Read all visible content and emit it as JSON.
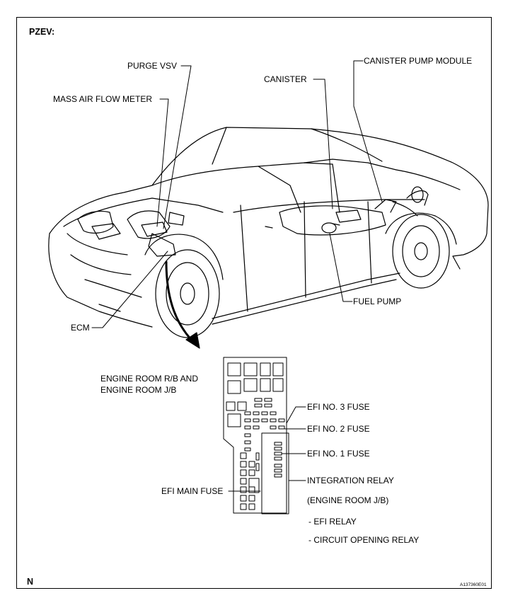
{
  "header": {
    "variant": "PZEV:"
  },
  "labels": {
    "purge_vsv": "PURGE VSV",
    "mass_air_flow_meter": "MASS AIR FLOW METER",
    "canister": "CANISTER",
    "canister_pump_module": "CANISTER PUMP MODULE",
    "ecm": "ECM",
    "fuel_pump": "FUEL PUMP",
    "engine_room_rb_line1": "ENGINE ROOM R/B AND",
    "engine_room_rb_line2": "ENGINE ROOM J/B",
    "efi_no3_fuse": "EFI NO. 3 FUSE",
    "efi_no2_fuse": "EFI NO. 2 FUSE",
    "efi_no1_fuse": "EFI NO. 1 FUSE",
    "integration_relay": "INTEGRATION RELAY",
    "engine_room_jb": "(ENGINE ROOM J/B)",
    "efi_relay": "- EFI RELAY",
    "circuit_opening_relay": "- CIRCUIT OPENING RELAY",
    "efi_main_fuse": "EFI MAIN FUSE"
  },
  "footer": {
    "corner_mark": "N",
    "figure_id": "A137360E01"
  }
}
